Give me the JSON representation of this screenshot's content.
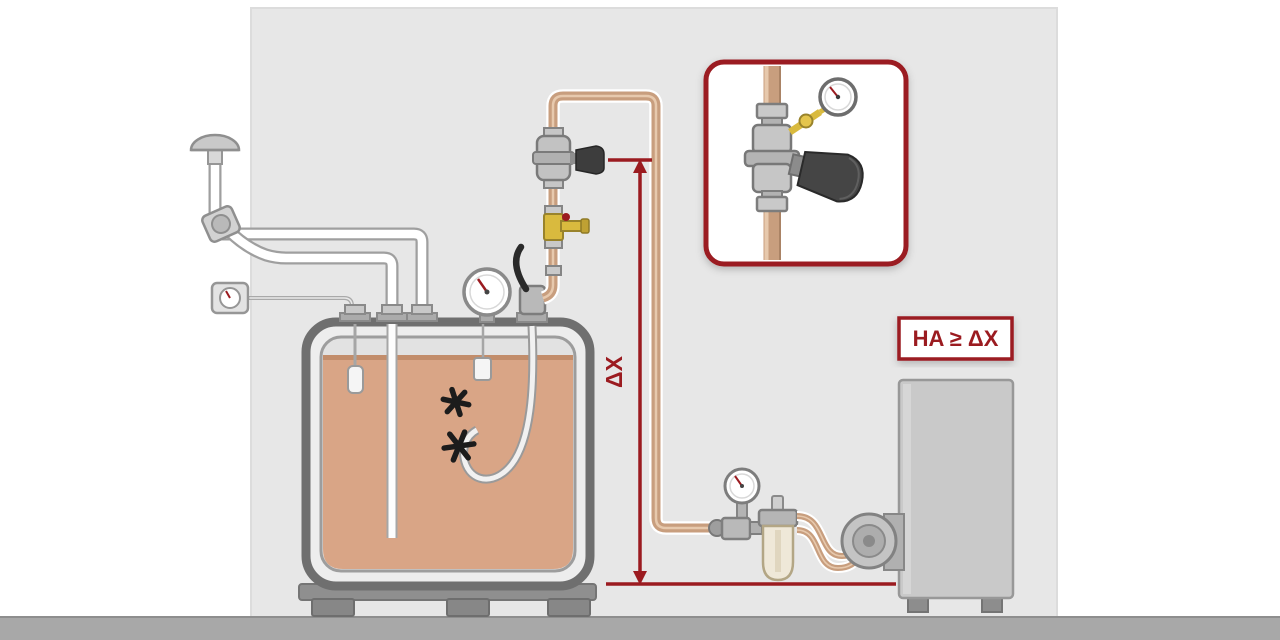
{
  "diagram": {
    "name": "heating-oil-tank-installation-diagram",
    "labels": {
      "height_rule": "HA ≥ ΔX",
      "delta_height": "ΔX"
    },
    "colors": {
      "accent_red": "#9b1b20",
      "copper_pipe": "#c89e7e",
      "copper_highlight": "#e7c9ad",
      "brass": "#d9ba3e",
      "oil_fill": "#d9a586",
      "oil_surface": "#c28d6b",
      "room_wall": "#e7e7e7",
      "floor_band": "#a8a8a8",
      "metal_dark": "#6f6f6f"
    },
    "components": [
      "vent-cap",
      "fill-coupling",
      "level-indicator",
      "oil-tank",
      "tank-level-gauge",
      "limit-sensor",
      "float-switch",
      "suction-hose",
      "suction-valve",
      "test-valve",
      "anti-siphon-valve",
      "copper-suction-line",
      "dimension-delta-x",
      "detail-inset",
      "pressure-gauge",
      "oil-filter-deaerator",
      "flexible-oil-hoses",
      "burner-blower",
      "boiler",
      "ha-rule-label"
    ]
  }
}
